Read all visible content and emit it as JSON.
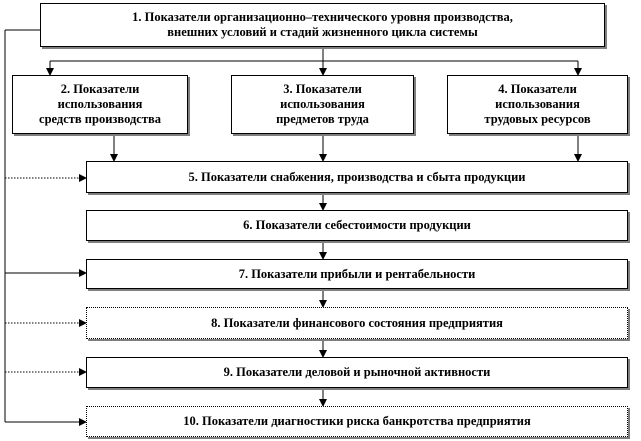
{
  "boxes": {
    "b1": "1. Показатели  организационно–технического уровня производства,\nвнешних  условий и стадий жизненного цикла системы",
    "b2": "2. Показатели\nиспользования\nсредств производства",
    "b3": "3. Показатели\nиспользования\nпредметов труда",
    "b4": "4. Показатели\nиспользования\nтрудовых ресурсов",
    "b5": "5. Показатели  снабжения, производства и сбыта продукции",
    "b6": "6. Показатели  себестоимости продукции",
    "b7": "7. Показатели  прибыли и рентабельности",
    "b8": "8. Показатели  финансового состояния предприятия",
    "b9": "9. Показатели  деловой и рыночной активности",
    "b10": "10. Показатели  диагностики риска банкротства предприятия"
  },
  "colors": {
    "line": "#000000",
    "shadow": "#7f7f7f",
    "background": "#ffffff"
  }
}
